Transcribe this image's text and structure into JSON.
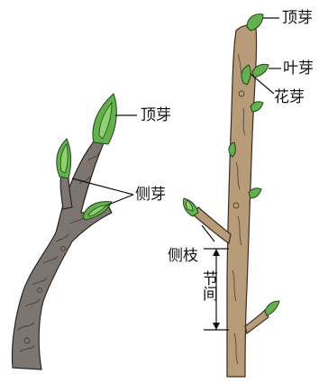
{
  "labels": {
    "left_top_bud": "顶芽",
    "left_side_bud": "侧芽",
    "right_top_bud": "顶芽",
    "leaf_bud": "叶芽",
    "flower_bud": "花芽",
    "side_branch": "侧枝",
    "internode": "节间"
  },
  "colors": {
    "bud_green": "#63b04e",
    "left_twig_bark": "#7d7670",
    "right_twig_bark": "#b89b78"
  }
}
